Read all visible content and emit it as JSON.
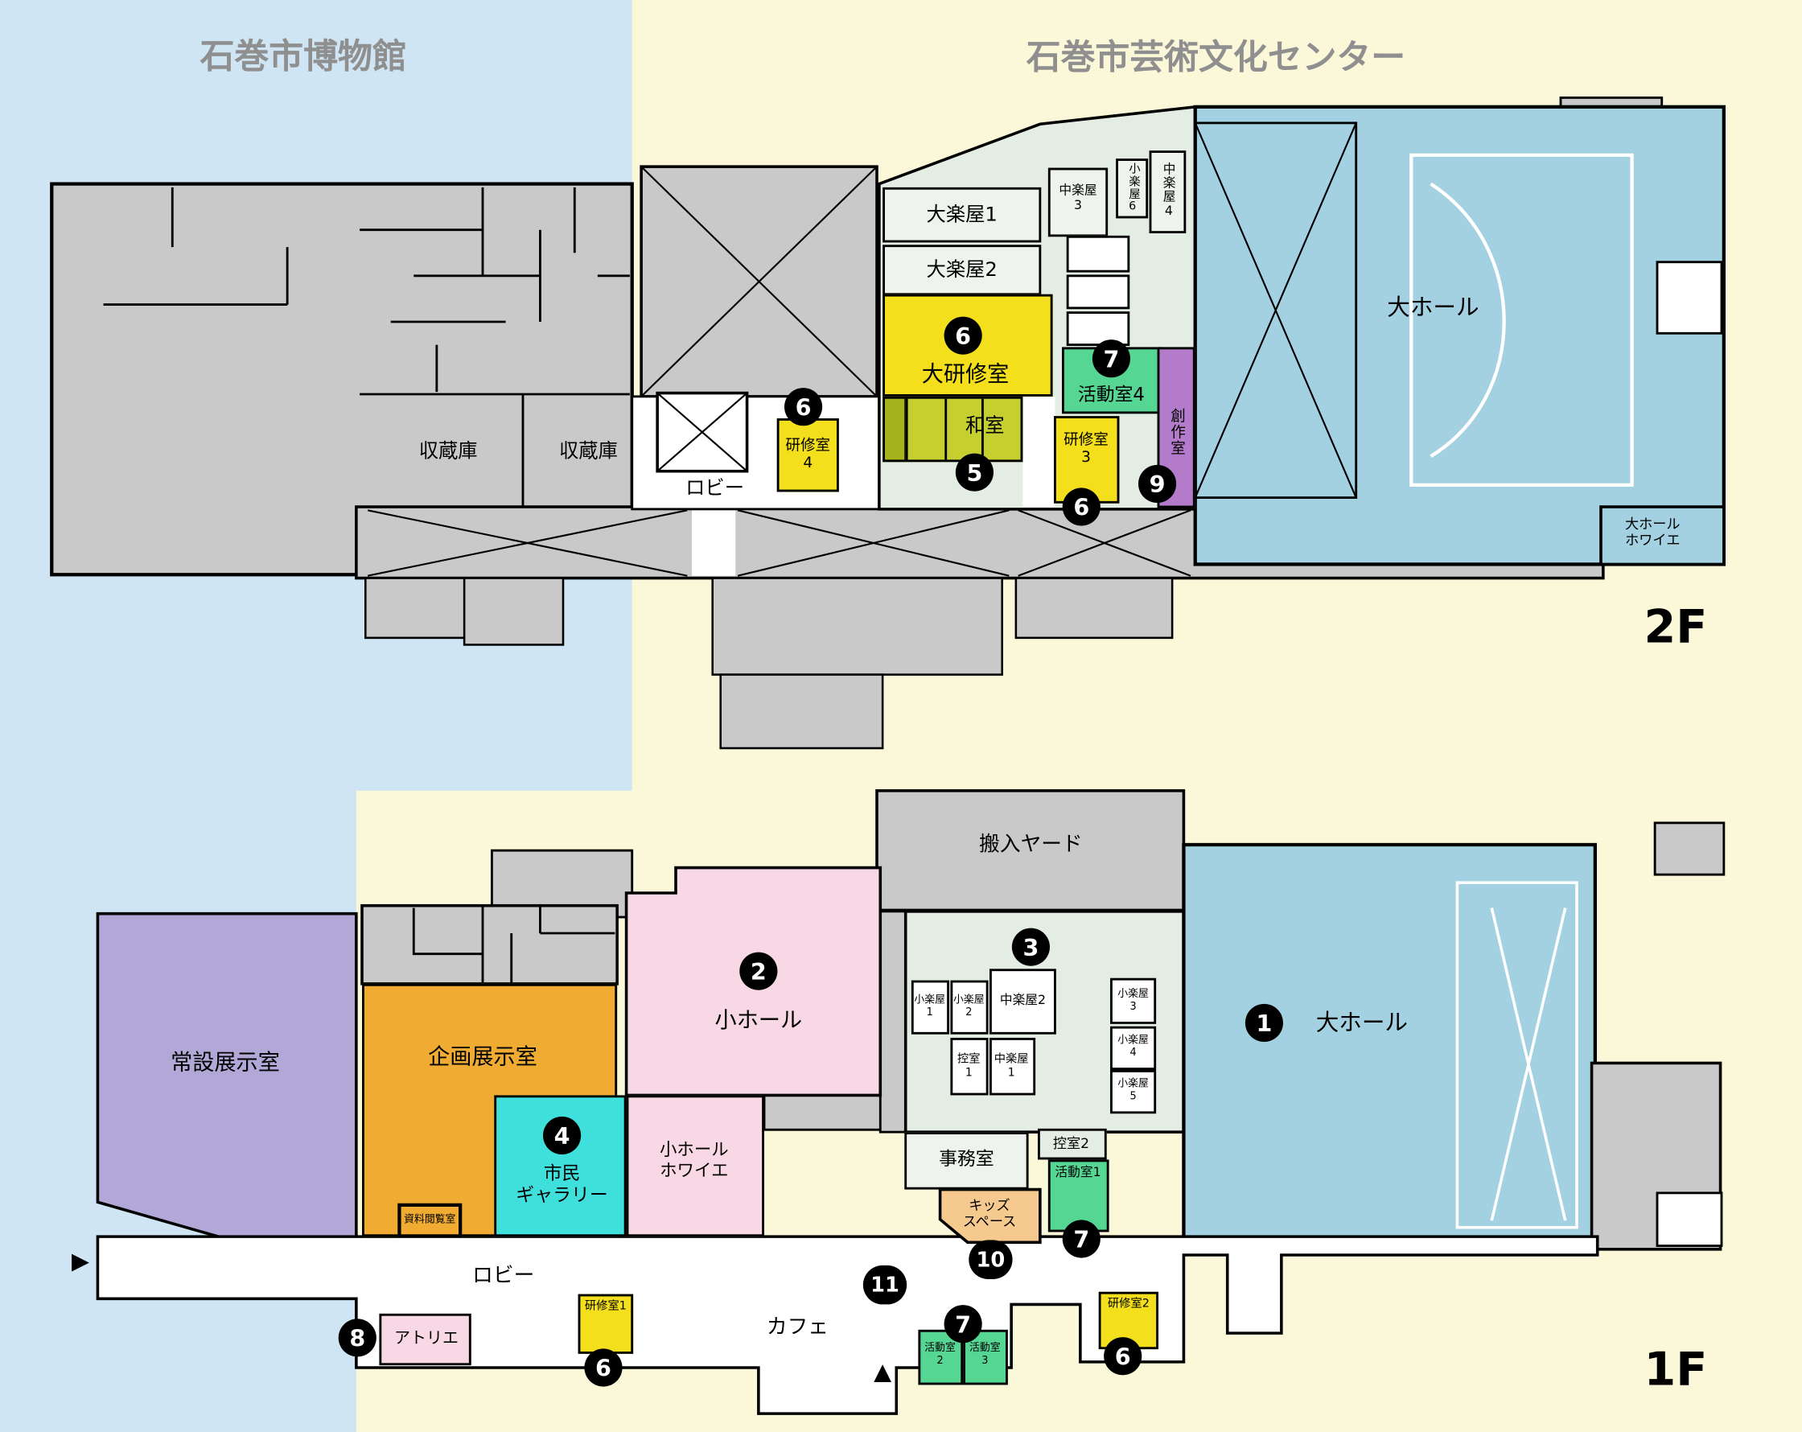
{
  "titles": {
    "museum": "石巻市博物館",
    "art_center": "石巻市芸術文化センター"
  },
  "floor_labels": {
    "f2": "2F",
    "f1": "1F"
  },
  "arrows": {
    "left": "▶",
    "bottom": "▲"
  },
  "badges": {
    "n1": "1",
    "n2": "2",
    "n3": "3",
    "n4": "4",
    "n5": "5",
    "n6": "6",
    "n7": "7",
    "n8": "8",
    "n9": "9",
    "n10": "10",
    "n11": "11"
  },
  "f2": {
    "shuzoko_a": "収蔵庫",
    "shuzoko_b": "収蔵庫",
    "lobby": "ロビー",
    "kenshu4_l1": "研修室",
    "kenshu4_l2": "4",
    "ogakuya1": "大楽屋1",
    "ogakuya2": "大楽屋2",
    "daikenshu": "大研修室",
    "washitsu": "和室",
    "chugakuya3_l1": "中楽屋",
    "chugakuya3_l2": "3",
    "kogakuya6": "小楽屋6",
    "chugakuya4": "中楽屋4",
    "katsudo4": "活動室4",
    "kenshu3_l1": "研修室",
    "kenshu3_l2": "3",
    "sosaku": "創作室",
    "ohall": "大ホール",
    "ohall_foyer_l1": "大ホール",
    "ohall_foyer_l2": "ホワイエ"
  },
  "f1": {
    "hannyu_yard": "搬入ヤード",
    "josetsu": "常設展示室",
    "kikaku": "企画展示室",
    "kohall": "小ホール",
    "shimin_l1": "市民",
    "shimin_l2": "ギャラリー",
    "shiryo": "資料閲覧室",
    "kohall_foyer_l1": "小ホール",
    "kohall_foyer_l2": "ホワイエ",
    "jimu": "事務室",
    "kogakuya1_l1": "小楽屋",
    "kogakuya1_l2": "1",
    "kogakuya2_l1": "小楽屋",
    "kogakuya2_l2": "2",
    "chugakuya2": "中楽屋2",
    "kogakuya3_l1": "小楽屋",
    "kogakuya3_l2": "3",
    "hikae1_l1": "控室",
    "hikae1_l2": "1",
    "chugakuya1_l1": "中楽屋",
    "chugakuya1_l2": "1",
    "kogakuya4_l1": "小楽屋",
    "kogakuya4_l2": "4",
    "kogakuya5_l1": "小楽屋",
    "kogakuya5_l2": "5",
    "hikae2": "控室2",
    "katsudo1": "活動室1",
    "kids_l1": "キッズ",
    "kids_l2": "スペース",
    "ohall": "大ホール",
    "lobby": "ロビー",
    "cafe": "カフェ",
    "atelier": "アトリエ",
    "kenshu1": "研修室1",
    "katsudo2_l1": "活動室",
    "katsudo2_l2": "2",
    "katsudo3_l1": "活動室",
    "katsudo3_l2": "3",
    "kenshu2": "研修室2"
  },
  "colors": {
    "bg_blue": "#cfe5f4",
    "bg_cream": "#fbf8da",
    "gray": "#c9c9c9",
    "mint": "#e4ede4",
    "mintroom": "#eef3ee",
    "hall_blue": "#a3d1e2",
    "yellow": "#f3df1b",
    "olive": "#c6cf30",
    "olive_dark": "#a4b31e",
    "green": "#55d693",
    "purple_room": "#b37bc9",
    "purple_exhibit": "#b2a8d7",
    "orange": "#f0ab33",
    "pink": "#f8d8e4",
    "cyan": "#3fe0dc",
    "tan": "#f6c98e",
    "title_gray": "#8f8f8f"
  }
}
